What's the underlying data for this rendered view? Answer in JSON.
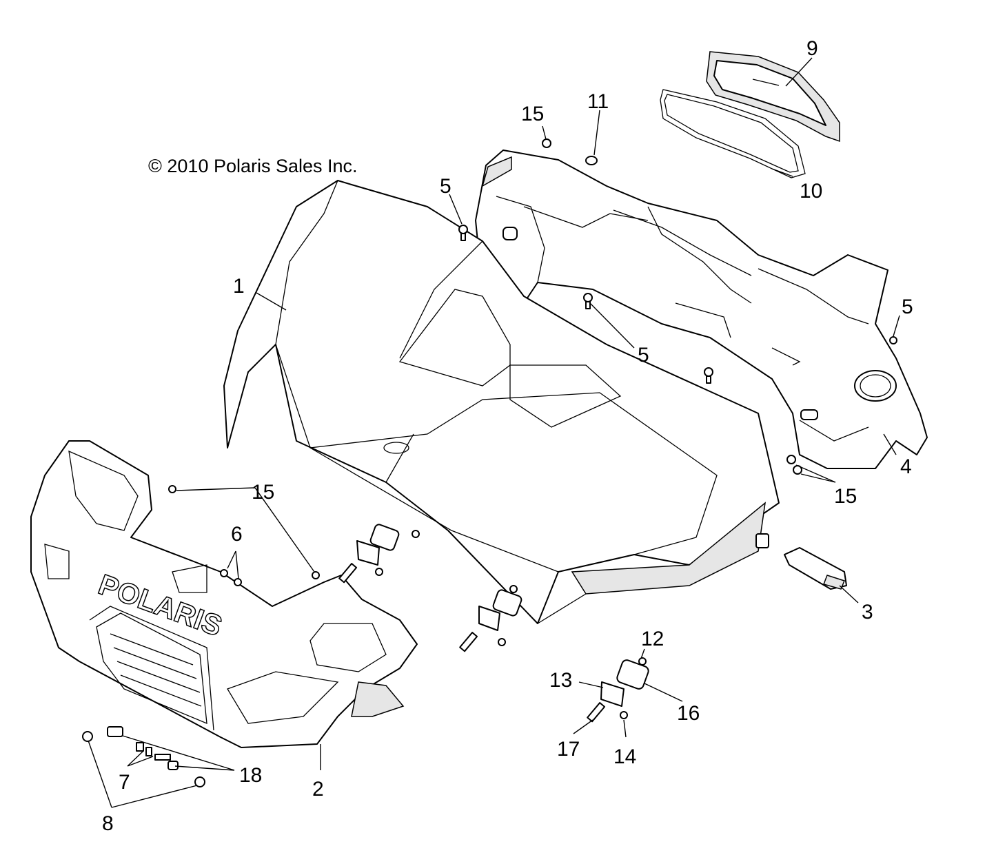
{
  "copyright": "© 2010 Polaris Sales Inc.",
  "logo_text": "POLARIS",
  "callouts": {
    "c1": "1",
    "c2": "2",
    "c3": "3",
    "c4": "4",
    "c5a": "5",
    "c5b": "5",
    "c5c": "5",
    "c6": "6",
    "c7": "7",
    "c8": "8",
    "c9": "9",
    "c10": "10",
    "c11": "11",
    "c12": "12",
    "c13": "13",
    "c14": "14",
    "c15a": "15",
    "c15b": "15",
    "c15c": "15",
    "c16": "16",
    "c17": "17",
    "c18": "18"
  }
}
